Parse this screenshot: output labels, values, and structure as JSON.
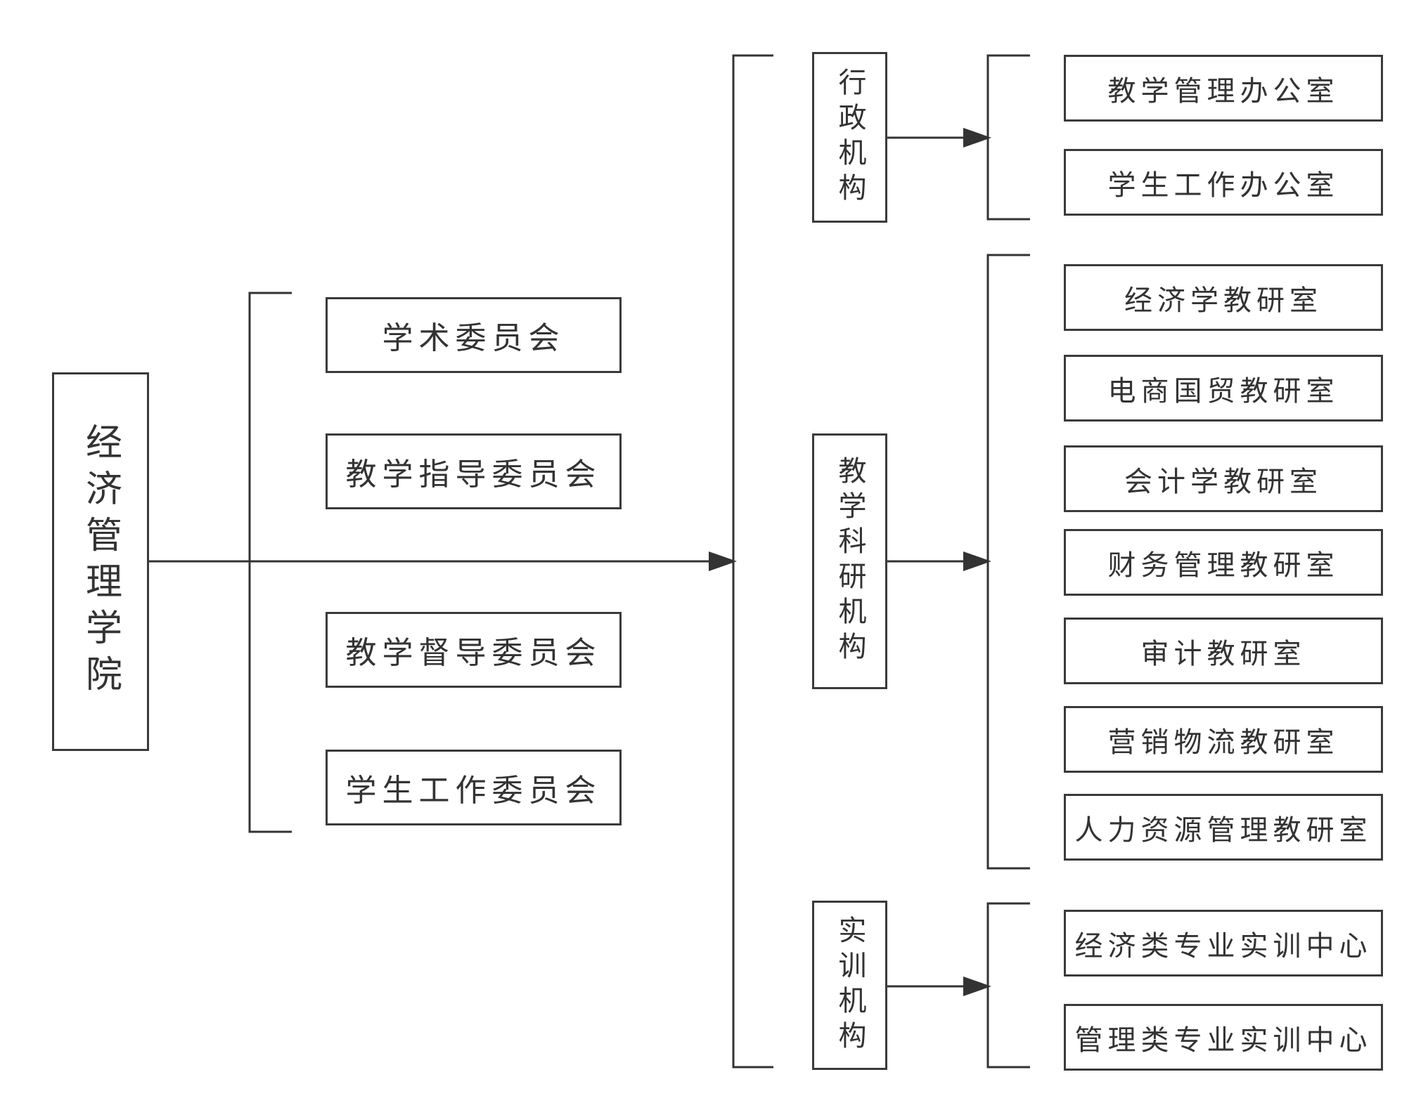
{
  "root": {
    "label": "经济管理学院"
  },
  "committees": [
    {
      "label": "学术委员会"
    },
    {
      "label": "教学指导委员会"
    },
    {
      "label": "教学督导委员会"
    },
    {
      "label": "学生工作委员会"
    }
  ],
  "institutions": [
    {
      "label": "行政机构",
      "units": [
        {
          "label": "教学管理办公室"
        },
        {
          "label": "学生工作办公室"
        }
      ]
    },
    {
      "label": "教学科研机构",
      "units": [
        {
          "label": "经济学教研室"
        },
        {
          "label": "电商国贸教研室"
        },
        {
          "label": "会计学教研室"
        },
        {
          "label": "财务管理教研室"
        },
        {
          "label": "审计教研室"
        },
        {
          "label": "营销物流教研室"
        },
        {
          "label": "人力资源管理教研室"
        }
      ]
    },
    {
      "label": "实训机构",
      "units": [
        {
          "label": "经济类专业实训中心"
        },
        {
          "label": "管理类专业实训中心"
        }
      ]
    }
  ],
  "colors": {
    "line": "#333333",
    "border": "#3a3a3a",
    "text": "#333333"
  }
}
